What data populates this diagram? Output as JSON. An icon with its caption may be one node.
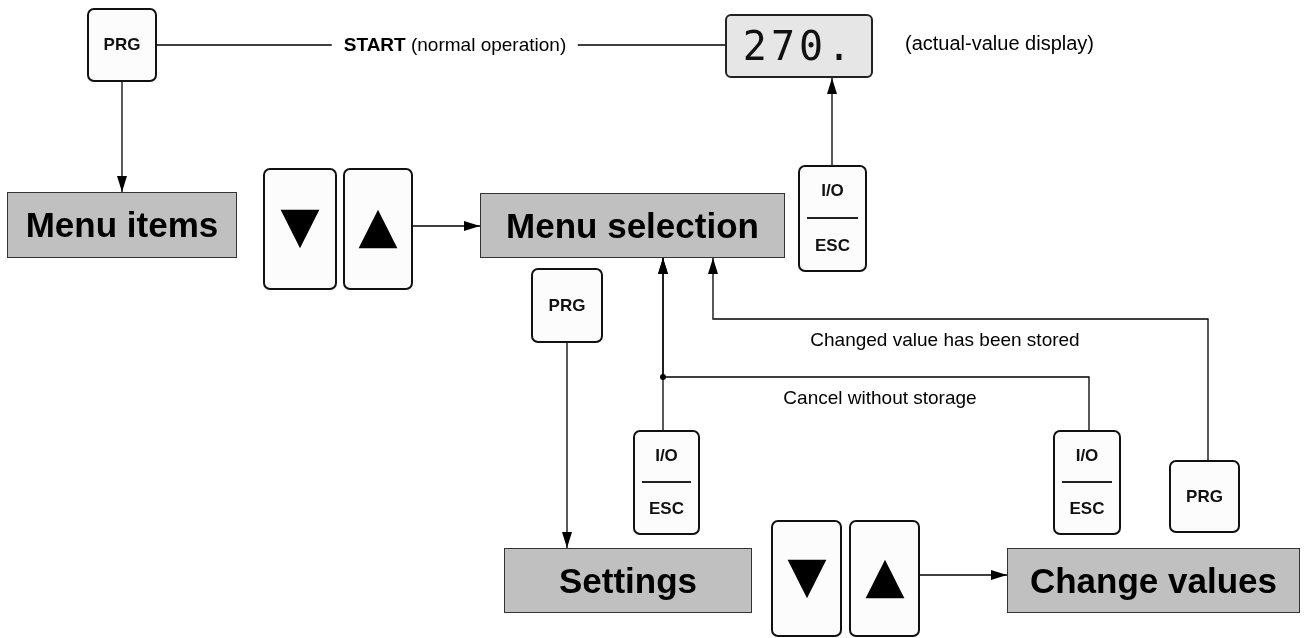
{
  "diagram": {
    "nodes": [
      {
        "text": [
          "PRG"
        ]
      },
      {
        "text": [
          "270."
        ],
        "beside": [
          "(actual-value display)"
        ]
      },
      {
        "text": [
          "Menu items"
        ]
      },
      {
        "text": [],
        "shape": "box"
      },
      {
        "text": [],
        "shape": "box"
      },
      {
        "text": [
          "Menu selection"
        ]
      },
      {
        "text": [
          "I/O",
          "ESC"
        ]
      },
      {
        "text": [
          "PRG"
        ]
      },
      {
        "text": [
          "I/O",
          "ESC"
        ]
      },
      {
        "text": [
          "Settings"
        ]
      },
      {
        "text": [],
        "shape": "box"
      },
      {
        "text": [],
        "shape": "box"
      },
      {
        "text": [
          "I/O",
          "ESC"
        ]
      },
      {
        "text": [
          "PRG"
        ]
      },
      {
        "text": [
          "Change values"
        ]
      }
    ],
    "edges": [
      {
        "from": 0,
        "to": 1,
        "arrow": "none",
        "label": "**START** (normal operation)"
      },
      {
        "from": 0,
        "to": 2,
        "arrow": "to"
      },
      {
        "from": 4,
        "to": 5,
        "arrow": "to"
      },
      {
        "from": 6,
        "to": 1,
        "arrow": "to"
      },
      {
        "from": 7,
        "to": 9,
        "arrow": "to"
      },
      {
        "from": 8,
        "to": 5,
        "arrow": "to"
      },
      {
        "from": 12,
        "to": 5,
        "arrow": "to",
        "label": "Cancel without storage"
      },
      {
        "from": 13,
        "to": 5,
        "arrow": "to",
        "label": "Changed value has been stored"
      },
      {
        "from": 11,
        "to": 14,
        "arrow": "to"
      }
    ]
  }
}
